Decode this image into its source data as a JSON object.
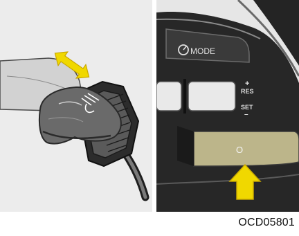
{
  "steering_buttons": {
    "mode_label": "MODE",
    "res_plus": "+",
    "res_label": "RES",
    "set_label": "SET",
    "set_minus": "–",
    "cancel_symbol": "O"
  },
  "caption": "OCD05801",
  "colors": {
    "arrow_yellow": "#f0d800",
    "button_khaki": "#bcb58a",
    "background": "#ececec"
  }
}
